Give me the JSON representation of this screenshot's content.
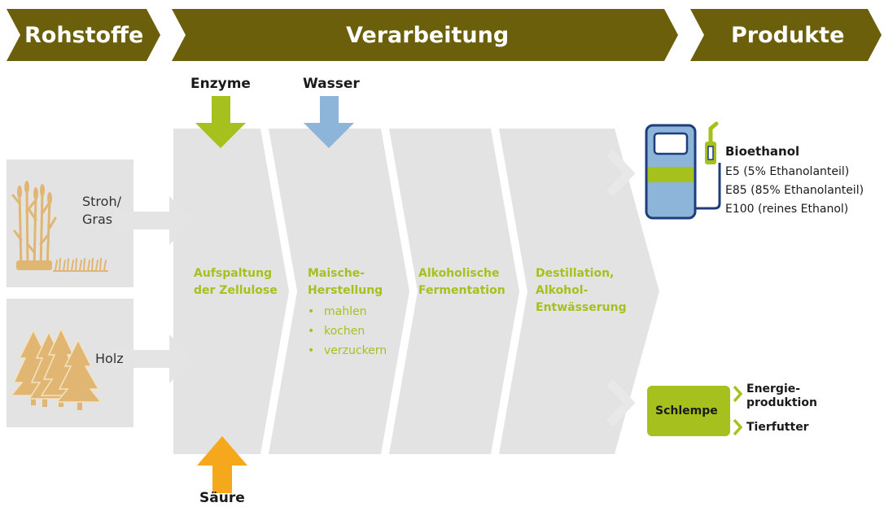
{
  "colors": {
    "header": "#6b5f0b",
    "panel": "#e3e3e3",
    "green": "#a6c11d",
    "blue": "#8db4d9",
    "orange": "#f6a81c",
    "tan": "#e0b672",
    "dark_blue": "#1f3d7a"
  },
  "header": {
    "rohstoffe": "Rohstoffe",
    "verarbeitung": "Verarbeitung",
    "produkte": "Produkte"
  },
  "inputs": {
    "enzyme": "Enzyme",
    "wasser": "Wasser",
    "saeure": "Säure"
  },
  "raw_materials": {
    "stroh_line1": "Stroh/",
    "stroh_line2": "Gras",
    "holz": "Holz"
  },
  "stages": [
    {
      "line1": "Aufspaltung",
      "line2": "der Zellulose"
    },
    {
      "line1": "Maische-",
      "line2": "Herstellung",
      "items": [
        "mahlen",
        "kochen",
        "verzuckern"
      ]
    },
    {
      "line1": "Alkoholische",
      "line2": "Fermentation"
    },
    {
      "line1": "Destillation,",
      "line2": "Alkohol-",
      "line3": "Entwässerung"
    }
  ],
  "products": {
    "bioethanol": {
      "title": "Bioethanol",
      "items": [
        "E5 (5% Ethanolanteil)",
        "E85 (85% Ethanolanteil)",
        "E100 (reines Ethanol)"
      ]
    },
    "schlempe": {
      "label": "Schlempe",
      "out1_line1": "Energie-",
      "out1_line2": "produktion",
      "out2": "Tierfutter"
    }
  }
}
